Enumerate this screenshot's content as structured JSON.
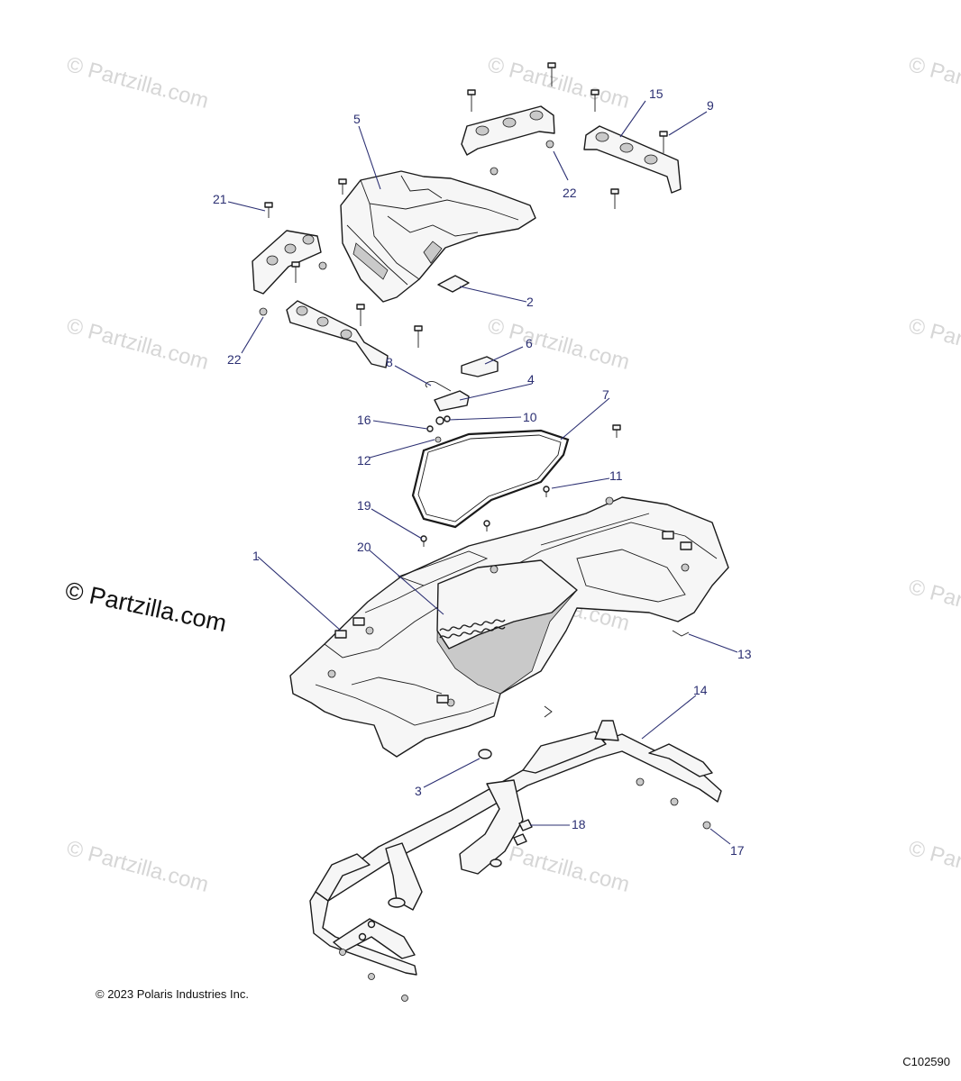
{
  "watermark": {
    "text": "© Partzilla.com",
    "color": "#d6d6d6"
  },
  "main_watermark": "© Partzilla.com",
  "footer": {
    "copyright": "© 2023 Polaris Industries Inc.",
    "diagram_id": "C102590"
  },
  "callouts": [
    "1",
    "2",
    "3",
    "4",
    "5",
    "6",
    "7",
    "8",
    "9",
    "10",
    "11",
    "12",
    "13",
    "14",
    "15",
    "16",
    "17",
    "18",
    "19",
    "20",
    "21",
    "22",
    "22"
  ],
  "colors": {
    "callout_text": "#2b2f72",
    "line_art": "#1a1a1a",
    "part_fill": "#f6f6f6"
  }
}
